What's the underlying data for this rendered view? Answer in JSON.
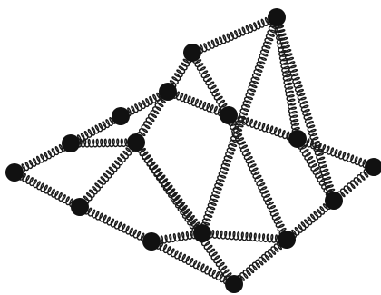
{
  "diagram": {
    "kind": "mass-spring network",
    "colors": {
      "background": "#ffffff",
      "mass": "#111111",
      "spring": "#1a1a1a"
    },
    "masses": [
      {
        "id": "m-top"
      },
      {
        "id": "m-upper-ridge"
      },
      {
        "id": "m-upper-left"
      },
      {
        "id": "m-left-inner"
      },
      {
        "id": "m-left-mid"
      },
      {
        "id": "m-left-end"
      },
      {
        "id": "m-center-left"
      },
      {
        "id": "m-center"
      },
      {
        "id": "m-right-mid"
      },
      {
        "id": "m-right-end"
      },
      {
        "id": "m-right-lower"
      },
      {
        "id": "m-lower-left"
      },
      {
        "id": "m-bottom-left"
      },
      {
        "id": "m-bottom-center"
      },
      {
        "id": "m-bottom-right"
      },
      {
        "id": "m-bottom"
      }
    ],
    "springs": [
      [
        "m-left-end",
        "m-left-mid"
      ],
      [
        "m-left-mid",
        "m-left-inner"
      ],
      [
        "m-left-inner",
        "m-upper-left"
      ],
      [
        "m-upper-left",
        "m-upper-ridge"
      ],
      [
        "m-upper-ridge",
        "m-top"
      ],
      [
        "m-upper-left",
        "m-center"
      ],
      [
        "m-center",
        "m-right-mid"
      ],
      [
        "m-right-mid",
        "m-right-end"
      ],
      [
        "m-left-mid",
        "m-center-left"
      ],
      [
        "m-upper-left",
        "m-center-left"
      ],
      [
        "m-upper-ridge",
        "m-center"
      ],
      [
        "m-top",
        "m-bottom-center"
      ],
      [
        "m-top",
        "m-right-mid"
      ],
      [
        "m-top",
        "m-right-lower"
      ],
      [
        "m-right-end",
        "m-right-lower"
      ],
      [
        "m-left-end",
        "m-lower-left"
      ],
      [
        "m-lower-left",
        "m-bottom-left"
      ],
      [
        "m-bottom-left",
        "m-bottom-center"
      ],
      [
        "m-bottom-center",
        "m-bottom-right"
      ],
      [
        "m-bottom-right",
        "m-right-lower"
      ],
      [
        "m-lower-left",
        "m-center-left"
      ],
      [
        "m-center-left",
        "m-bottom-center"
      ],
      [
        "m-center",
        "m-bottom-right"
      ],
      [
        "m-right-mid",
        "m-right-lower"
      ],
      [
        "m-bottom-left",
        "m-bottom"
      ],
      [
        "m-bottom-right",
        "m-bottom"
      ],
      [
        "m-center-left",
        "m-bottom"
      ]
    ]
  }
}
